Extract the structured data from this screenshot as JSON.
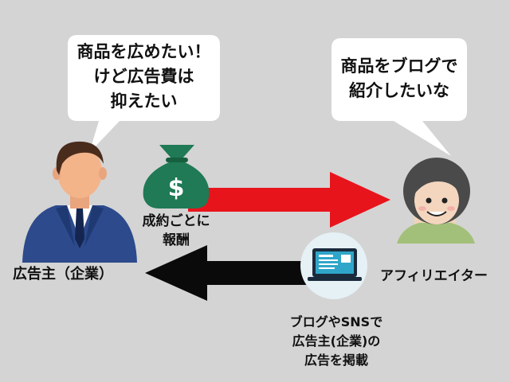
{
  "advertiser": {
    "speech": [
      "商品を広めたい！",
      "けど広告費は",
      "抑えたい"
    ],
    "label": "広告主（企業）",
    "icon": "businessman-icon"
  },
  "affiliate": {
    "speech": [
      "商品をブログで",
      "紹介したいな"
    ],
    "label": "アフィリエイター",
    "icon": "smiling-woman-icon"
  },
  "payment_flow": {
    "label": [
      "成約ごとに",
      "報酬"
    ],
    "icon": "money-bag-icon",
    "arrow_color": "#e8141c"
  },
  "ad_flow": {
    "label": [
      "ブログやSNSで",
      "広告主(企業)の",
      "広告を掲載"
    ],
    "icon": "laptop-icon",
    "arrow_color": "#0a0a0a"
  },
  "colors": {
    "background": "#d4d4d4",
    "bubble": "#ffffff",
    "money_bag": "#1f7a55",
    "suit": "#2c4a8c"
  }
}
